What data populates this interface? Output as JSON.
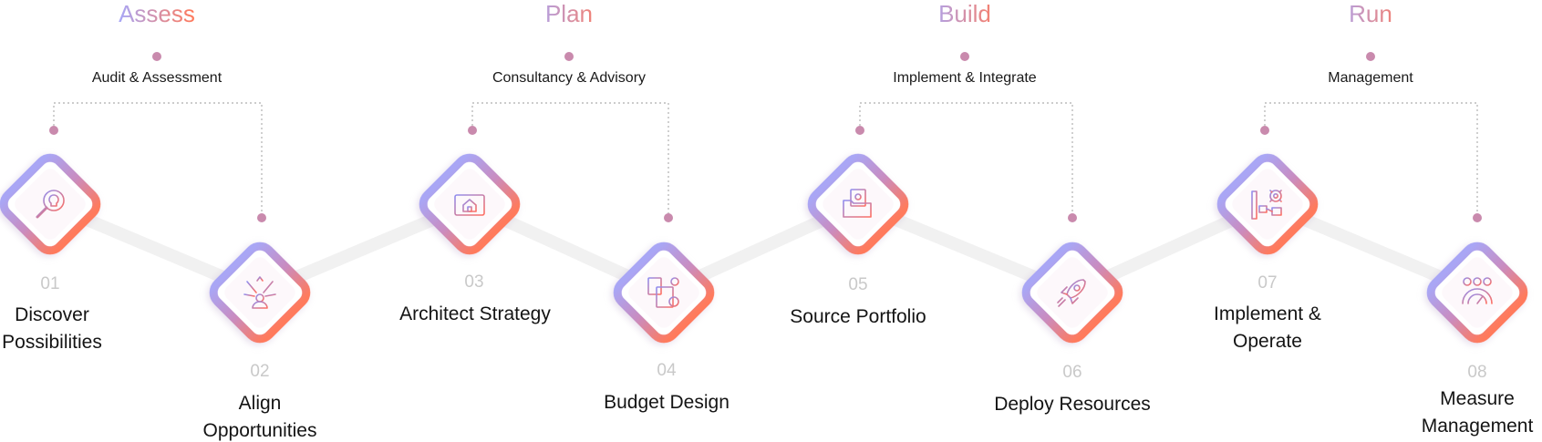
{
  "colors": {
    "grad_start": "#a9a6f5",
    "grad_mid": "#c98cc0",
    "grad_end": "#ff7a5c",
    "dot": "#c98aad",
    "connector": "#bcbcbc",
    "path": "#f1f1f1",
    "number": "#c9c9c9",
    "label": "#141414"
  },
  "phases": [
    {
      "title": "Assess",
      "subtitle": "Audit & Assessment"
    },
    {
      "title": "Plan",
      "subtitle": "Consultancy & Advisory"
    },
    {
      "title": "Build",
      "subtitle": "Implement & Integrate"
    },
    {
      "title": "Run",
      "subtitle": "Management"
    }
  ],
  "steps": [
    {
      "number": "01",
      "label": [
        "Discover",
        "Possibilities"
      ],
      "icon": "lightbulb-search-icon"
    },
    {
      "number": "02",
      "label": [
        "Align",
        "Opportunities"
      ],
      "icon": "person-arrows-icon"
    },
    {
      "number": "03",
      "label": [
        "Architect Strategy"
      ],
      "icon": "blueprint-house-icon"
    },
    {
      "number": "04",
      "label": [
        "Budget Design"
      ],
      "icon": "budget-calculator-icon"
    },
    {
      "number": "05",
      "label": [
        "Source Portfolio"
      ],
      "icon": "folder-portfolio-icon"
    },
    {
      "number": "06",
      "label": [
        "Deploy Resources"
      ],
      "icon": "rocket-icon"
    },
    {
      "number": "07",
      "label": [
        "Implement &",
        "Operate"
      ],
      "icon": "gear-flowchart-icon"
    },
    {
      "number": "08",
      "label": [
        "Measure",
        "Management"
      ],
      "icon": "gauge-dashboard-icon"
    }
  ]
}
